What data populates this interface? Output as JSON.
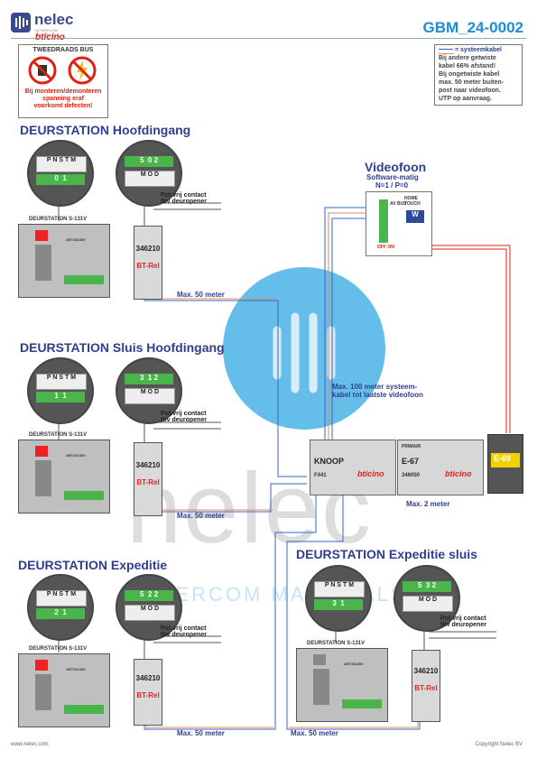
{
  "header": {
    "brand_name": "nelec",
    "brand_sub": "INTERCOM MATERIALS",
    "brand_partner": "bticino",
    "doc_code": "GBM_24-0002"
  },
  "warning_box": {
    "title": "TWEEDRAADS BUS",
    "text1": "Bij monteren/demonteren",
    "text2": "spanning eraf",
    "text3": "voorkomt defecten!"
  },
  "note_box": {
    "legend": "= systeemkabel",
    "line1": "Bij andere getwiste",
    "line2": "kabel 66% afstand!",
    "line3": "Bij ongetwiste kabel",
    "line4": "max. 50 meter buiten-",
    "line5": "post naar videofoon.",
    "line6": "UTP op aanvraag."
  },
  "sections": [
    {
      "title": "DEURSTATION Hoofdingang",
      "station": "DEURSTATION S-131V",
      "contact1": "Pot.vrij contact",
      "contact2": "tbv deuropener",
      "distance": "Max. 50 meter",
      "mag_left": [
        "0",
        "1"
      ],
      "mag_right": [
        "5",
        "0",
        "2"
      ]
    },
    {
      "title": "DEURSTATION Sluis Hoofdingang",
      "station": "DEURSTATION S-131V",
      "contact1": "Pot.vrij contact",
      "contact2": "tbv deuropener",
      "distance": "Max. 50 meter",
      "mag_left": [
        "1",
        "1"
      ],
      "mag_right": [
        "3",
        "1",
        "2"
      ]
    },
    {
      "title": "DEURSTATION Expeditie",
      "station": "DEURSTATION S-131V",
      "contact1": "Pot.vrij contact",
      "contact2": "tbv deuropener",
      "distance": "Max. 50 meter",
      "mag_left": [
        "2",
        "1"
      ],
      "mag_right": [
        "5",
        "2",
        "2"
      ]
    },
    {
      "title": "DEURSTATION Expeditie sluis",
      "station": "DEURSTATION S-131V",
      "contact1": "Pot.vrij contact",
      "contact2": "tbv deuropener",
      "distance": "Max. 50 meter",
      "mag_left": [
        "3",
        "1"
      ],
      "mag_right": [
        "5",
        "3",
        "2"
      ]
    }
  ],
  "mag_labels": {
    "top": [
      "P",
      "N",
      "S",
      "T",
      "M"
    ],
    "bottom": [
      "M",
      "O",
      "D"
    ]
  },
  "relay": {
    "code": "346210",
    "name": "BT-Rel"
  },
  "panel_code": "ART331300",
  "videofoon": {
    "title": "Videofoon",
    "sub1": "Software-matig",
    "sub2": "N=1 / P=0",
    "home_touch": "HOME TOUCH",
    "av_bus": "AV BUS",
    "off_on": "OFF ON"
  },
  "center_note": {
    "line1": "Max. 100 meter systeem-",
    "line2": "kabel tot laatste videofoon"
  },
  "modules": {
    "knoop_name": "KNOOP",
    "knoop_code": "F441",
    "e67_name": "E-67",
    "e67_code": "346050",
    "e69_name": "E-69",
    "primair": "PRIMAIR",
    "bticino": "bticino",
    "distance": "Max. 2 meter"
  },
  "watermark": {
    "text": "nelec",
    "sub": "INTERCOM MATERIALS"
  },
  "footer": {
    "left": "www.nelec.com",
    "right": "Copyright Nelec BV"
  }
}
